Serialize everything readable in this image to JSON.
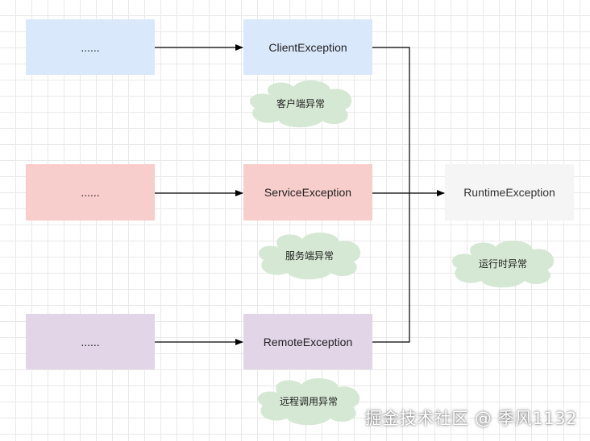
{
  "colors": {
    "blue_box": "#dae8fc",
    "red_box": "#f8cecc",
    "purple_box": "#e1d5e7",
    "gray_box": "#f5f5f5",
    "cloud_fill": "#d5e8d4",
    "arrow": "#000000"
  },
  "nodes": {
    "client_source": "......",
    "service_source": "......",
    "remote_source": "......",
    "client_exception": "ClientException",
    "service_exception": "ServiceException",
    "remote_exception": "RemoteException",
    "runtime_exception": "RuntimeException"
  },
  "clouds": {
    "client": "客户端异常",
    "service": "服务端异常",
    "remote": "远程调用异常",
    "runtime": "运行时异常"
  },
  "watermark": "掘金技术社区 @ 季风1132"
}
